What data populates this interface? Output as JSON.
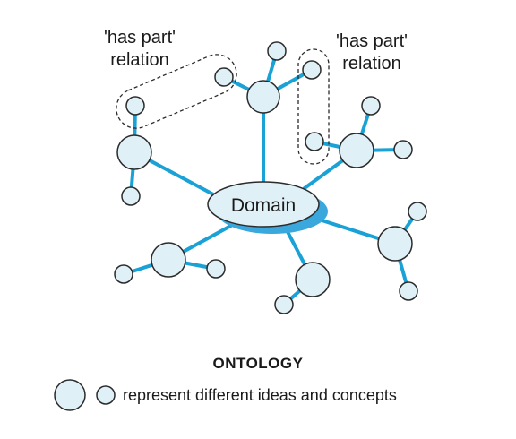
{
  "diagram": {
    "domain_label": "Domain",
    "relation_labels": {
      "left": [
        "'has part'",
        "relation"
      ],
      "right": [
        "'has part'",
        "relation"
      ]
    },
    "title": "ONTOLOGY",
    "legend_text": "represent different ideas and concepts",
    "colors": {
      "edge": "#1aa1d6",
      "node_fill": "#dff0f7",
      "node_stroke": "#2b2b2b",
      "domain_shadow": "#3aa8dc"
    }
  }
}
